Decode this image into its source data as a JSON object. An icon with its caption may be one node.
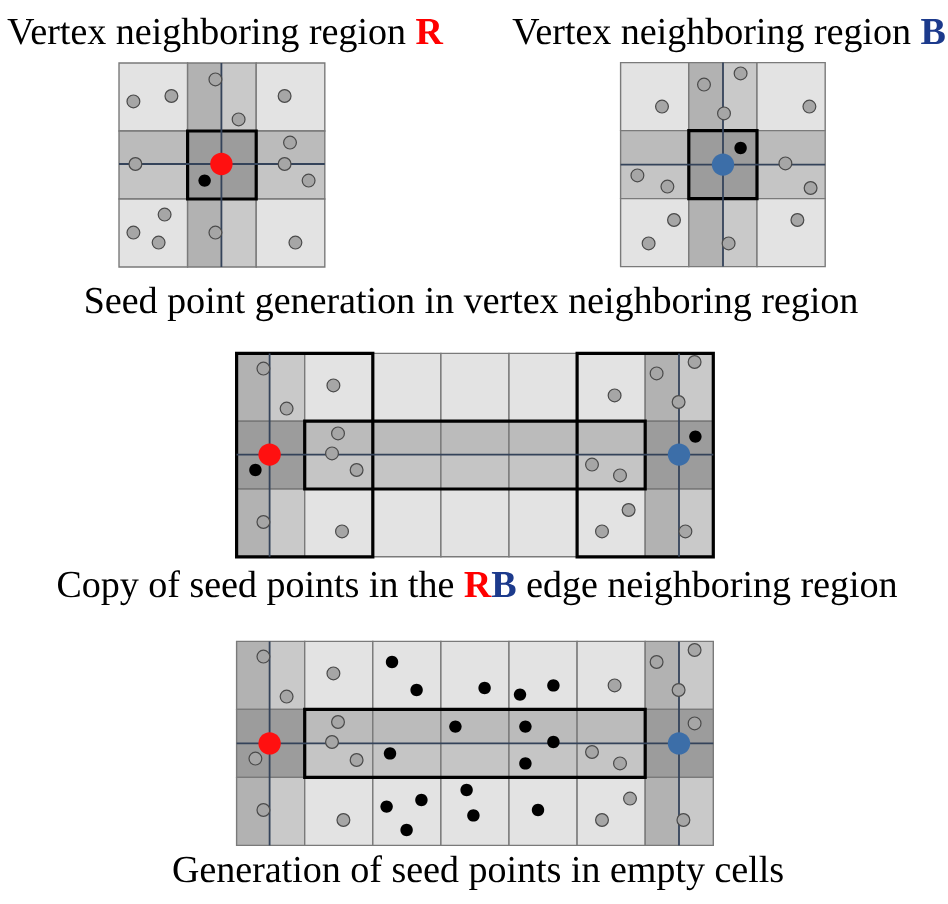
{
  "diagram": {
    "labels": [
      "Vertex neighboring region **R**",
      "Vertex neighboring region **B**",
      "Seed point generation in vertex neighboring region",
      "Copy of seed points in the **R****B** edge neighboring region",
      "Generation of seed points in empty cells"
    ]
  }
}
